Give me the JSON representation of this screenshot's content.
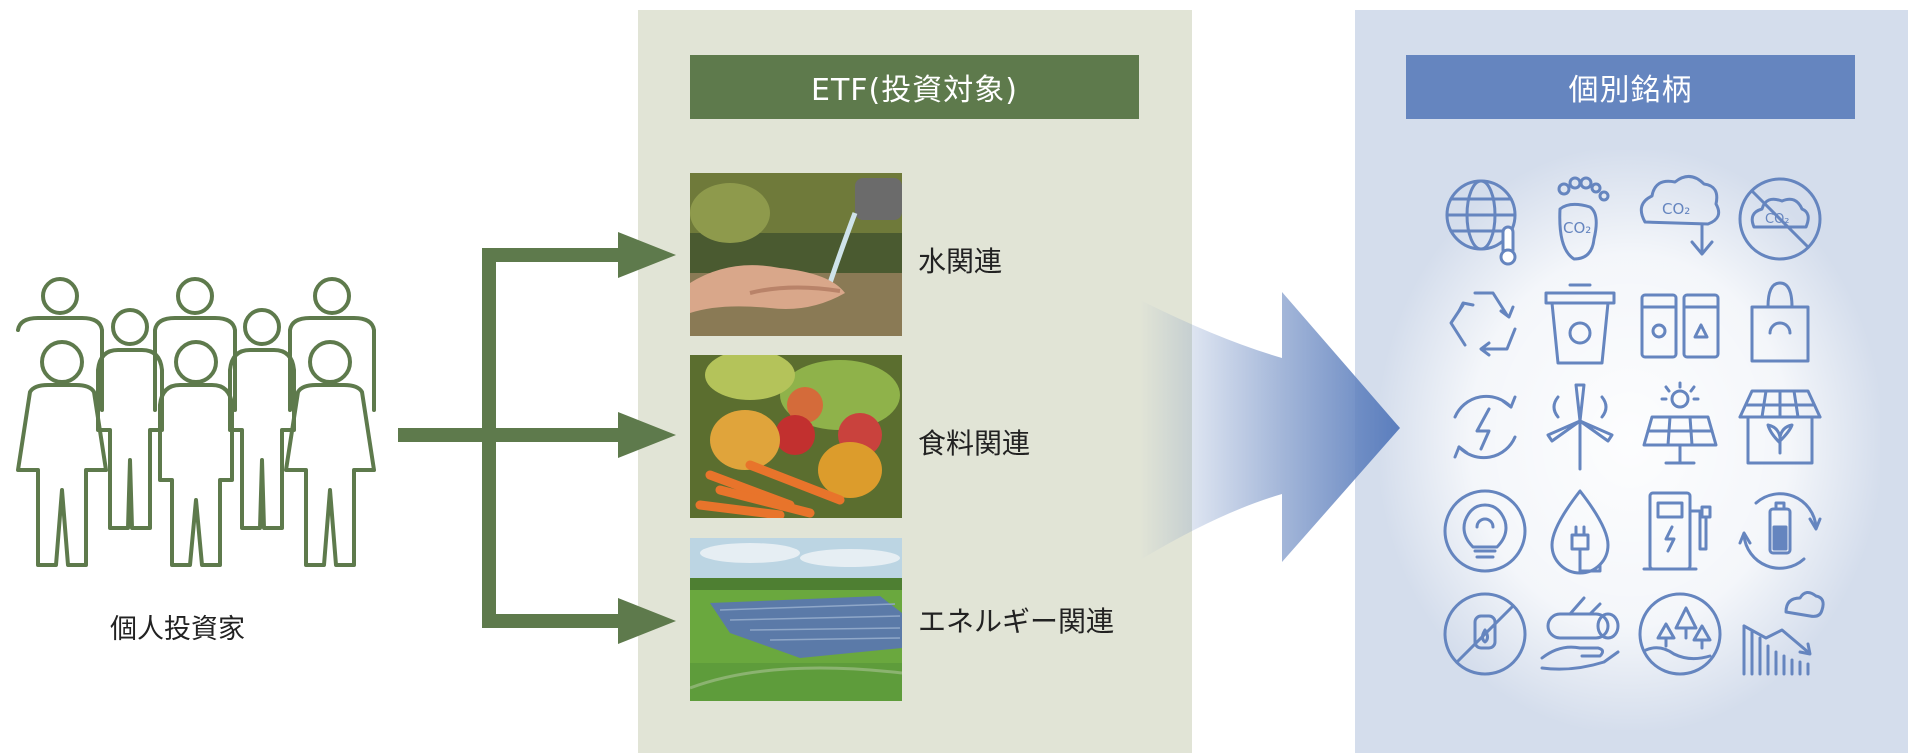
{
  "investor": {
    "label": "個人投資家"
  },
  "etf": {
    "title": "ETF(投資対象)",
    "categories": [
      {
        "label": "水関連",
        "image": "water-photo"
      },
      {
        "label": "食料関連",
        "image": "food-photo"
      },
      {
        "label": "エネルギー関連",
        "image": "energy-photo"
      }
    ]
  },
  "stocks": {
    "title": "個別銘柄",
    "icons": [
      "globe-thermometer-icon",
      "carbon-footprint-icon",
      "co2-reduction-icon",
      "no-co2-icon",
      "recycle-icon",
      "recycle-bin-icon",
      "sorting-bins-icon",
      "reusable-bag-icon",
      "renewable-energy-icon",
      "wind-turbine-icon",
      "solar-panel-icon",
      "green-house-icon",
      "eco-bulb-icon",
      "water-power-plug-icon",
      "ev-charger-icon",
      "battery-cycle-icon",
      "no-oil-icon",
      "wood-hand-icon",
      "earth-forest-icon",
      "declining-emissions-icon"
    ]
  },
  "colors": {
    "green": "#5e7a4c",
    "blue": "#6585bf",
    "etf_bg": "#e1e4d6",
    "stock_bg": "#d4ddec"
  }
}
